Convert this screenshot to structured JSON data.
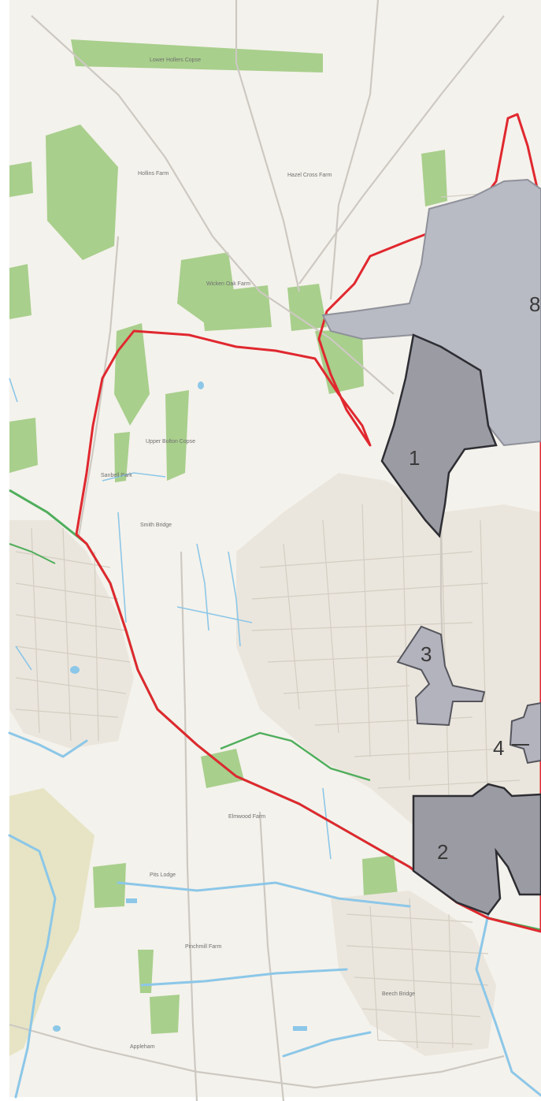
{
  "map": {
    "colors": {
      "paper": "#f4f2ec",
      "woodland": "#a8cf8c",
      "water": "#8cc7e8",
      "urban_road": "#cfcac0",
      "boundary": "#e0282f",
      "railway": "#4fae5c",
      "zone_fill": "#9b9ba3",
      "zone_stroke": "#2d2d33"
    },
    "zones": [
      {
        "id": "zone-8",
        "label": "8"
      },
      {
        "id": "zone-1",
        "label": "1"
      },
      {
        "id": "zone-3",
        "label": "3"
      },
      {
        "id": "zone-4",
        "label": "4"
      },
      {
        "id": "zone-2",
        "label": "2"
      }
    ],
    "place_labels": [
      "Lower Hollers Copse",
      "Hollins Farm",
      "Hazel Cross Farm",
      "Wicken Oak Farm",
      "Upper Bolton Copse",
      "Sanbell Park",
      "Smith Bridge",
      "Elmwood Farm",
      "Pits Lodge",
      "Pinchmill Farm",
      "Beech Bridge",
      "Appleham"
    ]
  }
}
